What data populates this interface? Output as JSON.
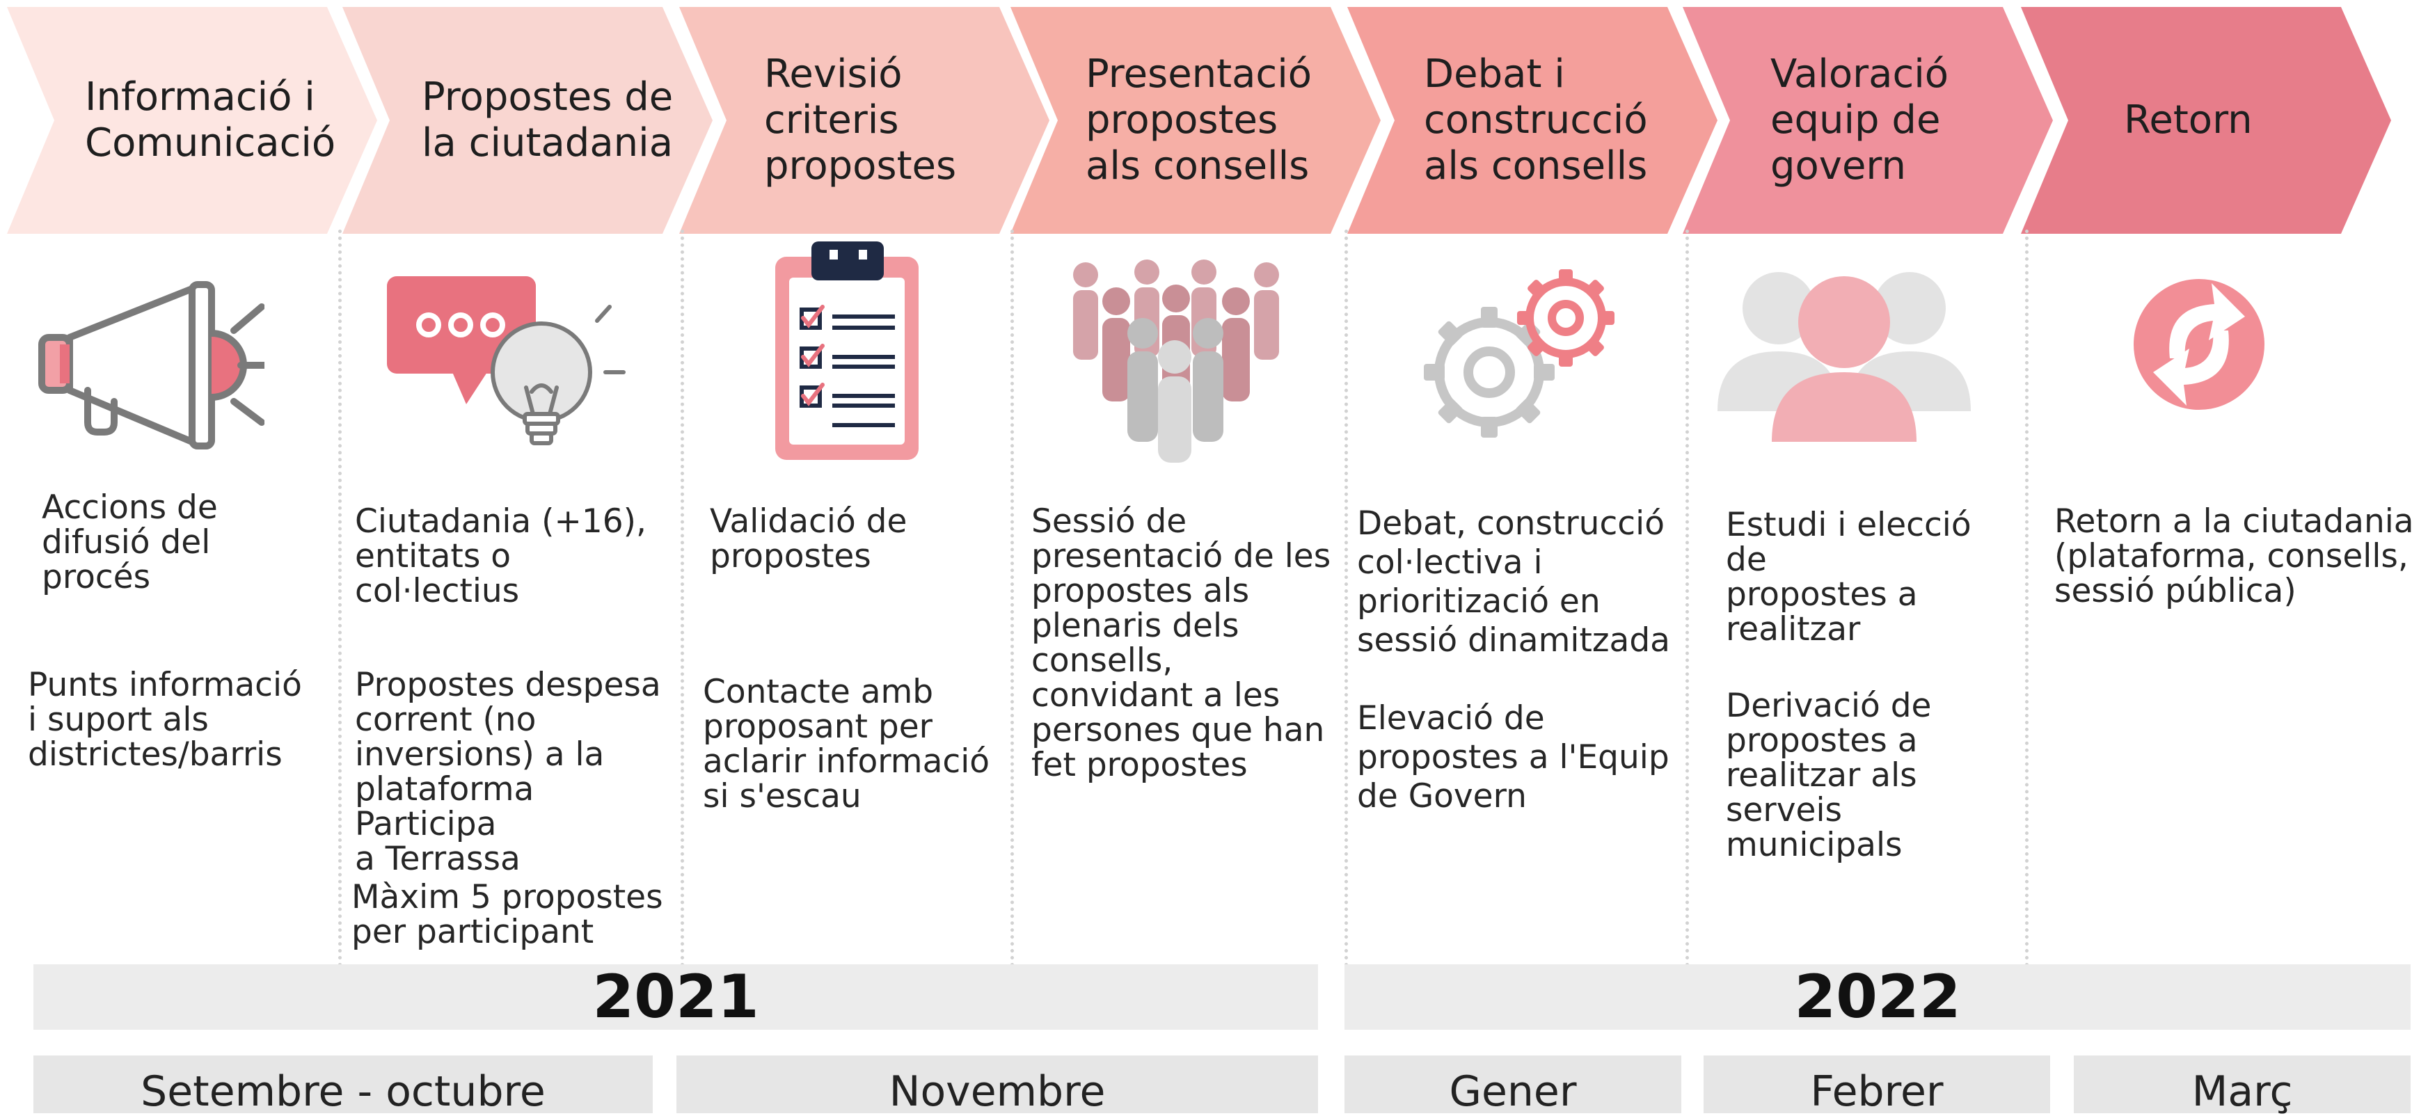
{
  "steps": [
    {
      "title": "Informació i\nComunicació",
      "color": "#fde6e2",
      "icon": "megaphone-icon",
      "paragraphs": [
        "Accions de\ndifusió del\nprocés",
        "Punts informació\ni suport als\ndistrictes/barris"
      ]
    },
    {
      "title": "Propostes de\nla ciutadania",
      "color": "#f9d6d1",
      "icon": "speech-bubble-lightbulb-icon",
      "paragraphs": [
        "Ciutadania (+16),\nentitats o\ncol·lectius",
        "Propostes despesa\ncorrent (no\ninversions) a la\nplataforma Participa\na Terrassa",
        "Màxim 5 propostes\nper participant"
      ]
    },
    {
      "title": "Revisió\ncriteris\npropostes",
      "color": "#f8c4bd",
      "icon": "clipboard-checklist-icon",
      "paragraphs": [
        "Validació de\npropostes",
        "Contacte amb\nproposant per\naclarir informació\nsi s'escau"
      ]
    },
    {
      "title": "Presentació\npropostes\nals consells",
      "color": "#f6afa6",
      "icon": "people-group-icon",
      "paragraphs": [
        "Sessió de\npresentació de les\npropostes als\nplenaris dels\nconsells,\nconvidant a les\npersones que han\nfet propostes"
      ]
    },
    {
      "title": "Debat i\nconstrucció\nals consells",
      "color": "#f49f9b",
      "icon": "gears-icon",
      "paragraphs": [
        "Debat, construcció\ncol·lectiva i\nprioritizació en\nsessió dinamitzada",
        "Elevació de\npropostes a l'Equip\nde Govern"
      ]
    },
    {
      "title": "Valoració\nequip de\ngovern",
      "color": "#ef919c",
      "icon": "team-people-icon",
      "paragraphs": [
        "Estudi i elecció de\npropostes a\nrealitzar",
        "Derivació de\npropostes a\nrealitzar als\nserveis municipals"
      ]
    },
    {
      "title": "Retorn",
      "color": "#e77d8a",
      "icon": "refresh-arrows-icon",
      "paragraphs": [
        "Retorn a la ciutadania\n(plataforma, consells,\nsessió pública)"
      ]
    }
  ],
  "years": [
    "2021",
    "2022"
  ],
  "months": [
    "Setembre - octubre",
    "Novembre",
    "Gener",
    "Febrer",
    "Març"
  ],
  "colors": {
    "accent_pink": "#e8727f",
    "icon_gray": "#7a7a7a",
    "light_gray": "#d9d9d9",
    "navy": "#1f2a44"
  }
}
